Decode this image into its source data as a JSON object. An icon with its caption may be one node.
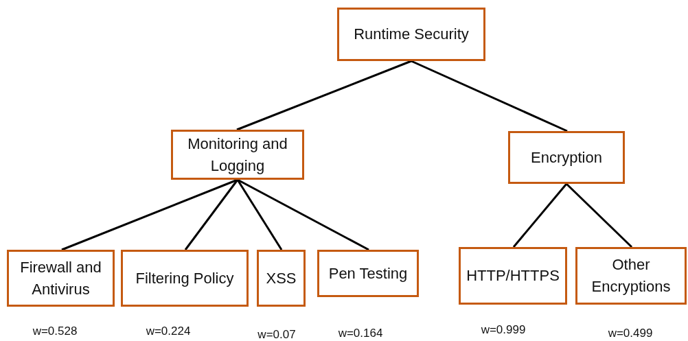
{
  "diagram": {
    "nodes": [
      {
        "text": [
          "Runtime Security"
        ]
      },
      {
        "text": [
          "Monitoring and Logging"
        ]
      },
      {
        "text": [
          "Encryption"
        ]
      },
      {
        "text": [
          "Firewall and Antivirus"
        ],
        "beside": [
          "w=0.528"
        ]
      },
      {
        "text": [
          "Filtering Policy"
        ],
        "beside": [
          "w=0.224"
        ]
      },
      {
        "text": [
          "XSS"
        ],
        "beside": [
          "w=0.07"
        ]
      },
      {
        "text": [
          "Pen Testing"
        ],
        "beside": [
          "w=0.164"
        ]
      },
      {
        "text": [
          "HTTP/HTTPS"
        ],
        "beside": [
          "w=0.999"
        ]
      },
      {
        "text": [
          "Other Encryptions"
        ],
        "beside": [
          "w=0.499"
        ]
      }
    ],
    "edges": [
      {
        "from": 0,
        "to": 1,
        "arrow": "none"
      },
      {
        "from": 0,
        "to": 2,
        "arrow": "none"
      },
      {
        "from": 1,
        "to": 3,
        "arrow": "none"
      },
      {
        "from": 1,
        "to": 4,
        "arrow": "none"
      },
      {
        "from": 1,
        "to": 5,
        "arrow": "none"
      },
      {
        "from": 1,
        "to": 6,
        "arrow": "none"
      },
      {
        "from": 2,
        "to": 7,
        "arrow": "none"
      },
      {
        "from": 2,
        "to": 8,
        "arrow": "none"
      }
    ]
  }
}
